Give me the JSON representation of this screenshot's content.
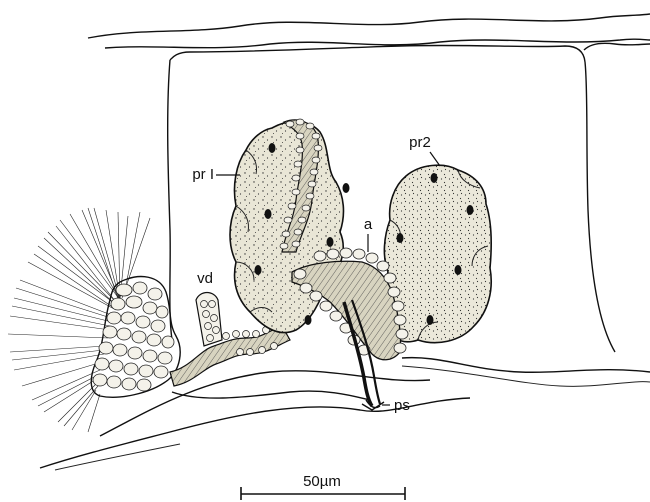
{
  "labels": {
    "pr1": "pr I",
    "pr2": "pr2",
    "a": "a",
    "vd": "vd",
    "ps": "ps"
  },
  "scale_bar": {
    "label": "50µm"
  },
  "colors": {
    "ink": "#111111",
    "gland_fill": "#e9e6d6",
    "background": "#ffffff"
  }
}
